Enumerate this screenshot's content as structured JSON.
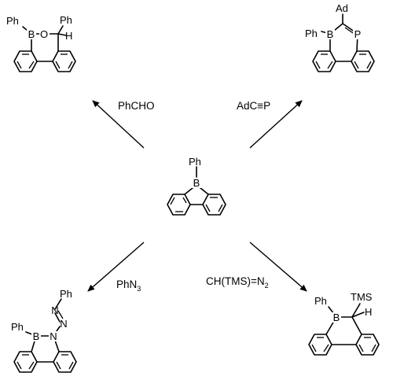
{
  "reactant": {
    "atoms": {
      "substituent": "Ph",
      "boron": "B"
    }
  },
  "reactions": [
    {
      "reagent": "PhCHO",
      "product_atoms": {
        "ph_left": "Ph",
        "boron": "B",
        "oxygen": "O",
        "ph_right": "Ph",
        "hydrogen": "H"
      }
    },
    {
      "reagent": "AdC≡P",
      "product_atoms": {
        "ph": "Ph",
        "boron": "B",
        "adamantyl": "Ad",
        "phosphorus": "P"
      }
    },
    {
      "reagent_base": "PhN",
      "reagent_subscript": "3",
      "product_atoms": {
        "ph_top": "Ph",
        "n_top": "N",
        "n_mid": "N",
        "ph_left": "Ph",
        "boron": "B",
        "n_ring": "N"
      }
    },
    {
      "reagent_base": "CH(TMS)=N",
      "reagent_subscript": "2",
      "product_atoms": {
        "ph": "Ph",
        "boron": "B",
        "tms": "TMS",
        "hydrogen": "H"
      }
    }
  ]
}
